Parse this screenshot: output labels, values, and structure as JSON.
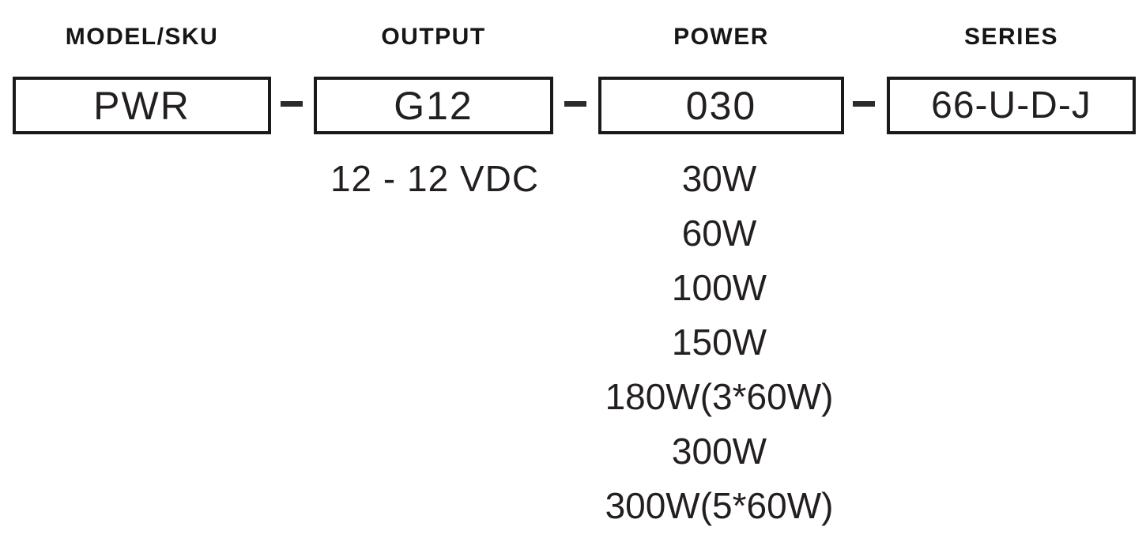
{
  "diagram": {
    "title_note": "Part number / SKU nomenclature breakdown",
    "separator_glyph": "dash",
    "colors": {
      "ink": "#231f20",
      "border": "#1a1a1a",
      "background": "#ffffff"
    },
    "segments": [
      {
        "header": "MODEL/SKU",
        "code": "PWR",
        "options": []
      },
      {
        "header": "OUTPUT",
        "code": "G12",
        "options": [
          "12 - 12 VDC"
        ]
      },
      {
        "header": "POWER",
        "code": "030",
        "options": [
          "30W",
          "60W",
          "100W",
          "150W",
          "180W(3*60W)",
          "300W",
          "300W(5*60W)"
        ]
      },
      {
        "header": "SERIES",
        "code": "66-U-D-J",
        "options": []
      }
    ]
  }
}
